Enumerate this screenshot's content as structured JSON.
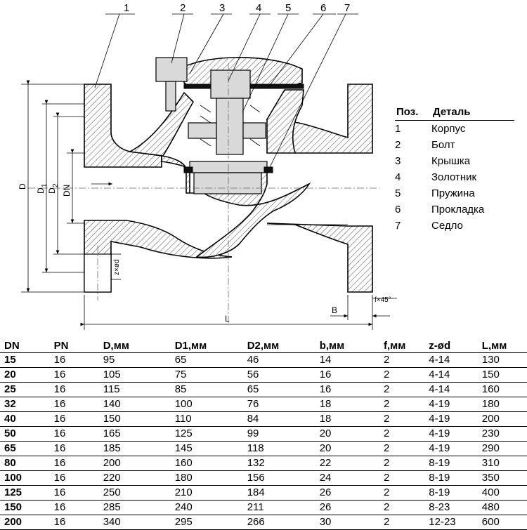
{
  "callouts": [
    "1",
    "2",
    "3",
    "4",
    "5",
    "6",
    "7"
  ],
  "dimensions": {
    "D": "D",
    "D1": "D",
    "D1_sub": "1",
    "D2": "D",
    "D2_sub": "2",
    "DN": "DN",
    "z_od": "z×ød",
    "L": "L",
    "B": "B",
    "chamfer": "f×45°"
  },
  "legend": {
    "header": {
      "pos": "Поз.",
      "part": "Деталь"
    },
    "items": [
      {
        "pos": "1",
        "part": "Корпус"
      },
      {
        "pos": "2",
        "part": "Болт"
      },
      {
        "pos": "3",
        "part": "Крышка"
      },
      {
        "pos": "4",
        "part": "Золотник"
      },
      {
        "pos": "5",
        "part": "Пружина"
      },
      {
        "pos": "6",
        "part": "Прокладка"
      },
      {
        "pos": "7",
        "part": "Седло"
      }
    ]
  },
  "table": {
    "headers": [
      "DN",
      "PN",
      "D,мм",
      "D1,мм",
      "D2,мм",
      "b,мм",
      "f,мм",
      "z-ød",
      "L,мм"
    ],
    "rows": [
      [
        "15",
        "16",
        "95",
        "65",
        "46",
        "14",
        "2",
        "4-14",
        "130"
      ],
      [
        "20",
        "16",
        "105",
        "75",
        "56",
        "16",
        "2",
        "4-14",
        "150"
      ],
      [
        "25",
        "16",
        "115",
        "85",
        "65",
        "16",
        "2",
        "4-14",
        "160"
      ],
      [
        "32",
        "16",
        "140",
        "100",
        "76",
        "18",
        "2",
        "4-19",
        "180"
      ],
      [
        "40",
        "16",
        "150",
        "110",
        "84",
        "18",
        "2",
        "4-19",
        "200"
      ],
      [
        "50",
        "16",
        "165",
        "125",
        "99",
        "20",
        "2",
        "4-19",
        "230"
      ],
      [
        "65",
        "16",
        "185",
        "145",
        "118",
        "20",
        "2",
        "4-19",
        "290"
      ],
      [
        "80",
        "16",
        "200",
        "160",
        "132",
        "22",
        "2",
        "8-19",
        "310"
      ],
      [
        "100",
        "16",
        "220",
        "180",
        "156",
        "24",
        "2",
        "8-19",
        "350"
      ],
      [
        "125",
        "16",
        "250",
        "210",
        "184",
        "26",
        "2",
        "8-19",
        "400"
      ],
      [
        "150",
        "16",
        "285",
        "240",
        "211",
        "26",
        "2",
        "8-23",
        "480"
      ],
      [
        "200",
        "16",
        "340",
        "295",
        "266",
        "30",
        "2",
        "12-23",
        "600"
      ]
    ]
  }
}
